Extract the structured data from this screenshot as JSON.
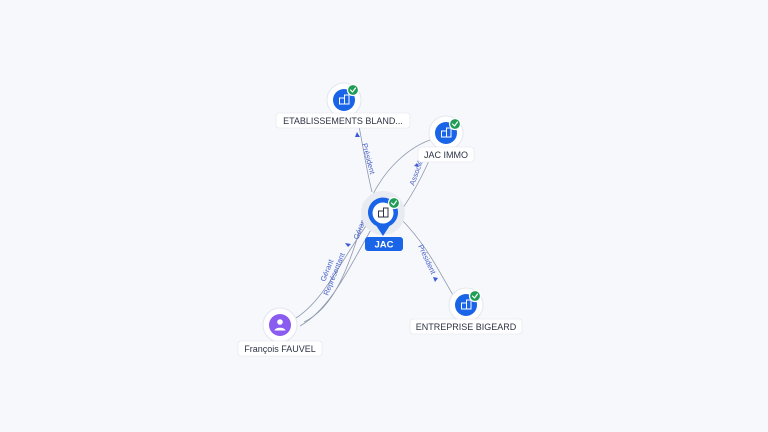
{
  "graph": {
    "nodes": {
      "jac": {
        "label": "JAC",
        "type": "company",
        "verified": true,
        "main": true
      },
      "etablissements": {
        "label": "ETABLISSEMENTS BLAND...",
        "type": "company",
        "verified": true
      },
      "jac_immo": {
        "label": "JAC IMMO",
        "type": "company",
        "verified": true
      },
      "entreprise_bigeard": {
        "label": "ENTREPRISE BIGEARD",
        "type": "company",
        "verified": true
      },
      "francois": {
        "label": "François FAUVEL",
        "type": "person",
        "verified": false
      }
    },
    "edges": [
      {
        "from": "jac",
        "to": "etablissements",
        "label": "Président"
      },
      {
        "from": "jac",
        "to": "jac_immo",
        "label": "Associé"
      },
      {
        "from": "jac",
        "to": "entreprise_bigeard",
        "label": "Président"
      },
      {
        "from": "francois",
        "to": "jac",
        "label": "Gérant"
      },
      {
        "from": "francois",
        "to": "jac",
        "label": "Représentant"
      },
      {
        "from": "francois",
        "to": "jac_immo",
        "label": "Gérant"
      }
    ]
  },
  "colors": {
    "company": "#1a64e8",
    "person": "#8a5cf0",
    "verified": "#1f9d55",
    "edge": "#8e98ad",
    "edge_label": "#4a62c8"
  },
  "icons": {
    "company": "building-icon",
    "person": "person-icon",
    "verified": "check-icon"
  }
}
